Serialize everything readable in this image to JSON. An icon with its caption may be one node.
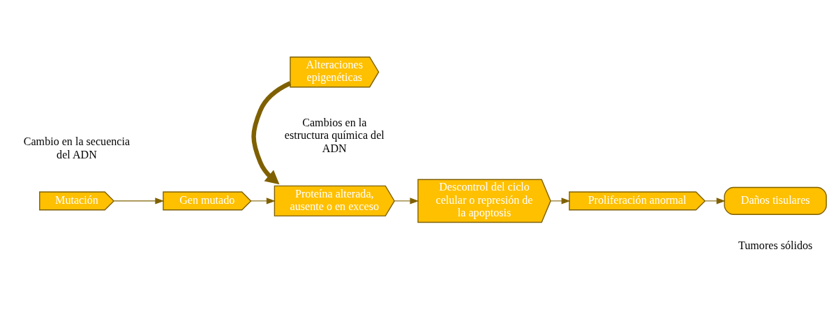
{
  "diagram": {
    "nodes": [
      {
        "text": [
          "Mutación"
        ],
        "beside": [
          "Cambio en la secuencia del ADN"
        ]
      },
      {
        "text": [
          "Gen mutado"
        ]
      },
      {
        "text": [
          "Proteína alterada, ausente o en exceso"
        ]
      },
      {
        "text": [
          "Descontrol del ciclo celular o represión de la apoptosis"
        ]
      },
      {
        "text": [
          "Proliferación anormal"
        ]
      },
      {
        "text": [
          "Daños tisulares"
        ],
        "beside": [
          "Tumores sólidos"
        ]
      },
      {
        "text": [
          "Alteraciones epigenéticas"
        ],
        "beside": [
          "Cambios en la estructura química del ADN"
        ]
      }
    ],
    "edges": [
      {
        "from": 0,
        "to": 1,
        "arrow": "to"
      },
      {
        "from": 1,
        "to": 2,
        "arrow": "to"
      },
      {
        "from": 2,
        "to": 3,
        "arrow": "to"
      },
      {
        "from": 3,
        "to": 4,
        "arrow": "to"
      },
      {
        "from": 4,
        "to": 5,
        "arrow": "to"
      },
      {
        "from": 6,
        "to": 2,
        "arrow": "to",
        "style": "thick"
      }
    ]
  }
}
